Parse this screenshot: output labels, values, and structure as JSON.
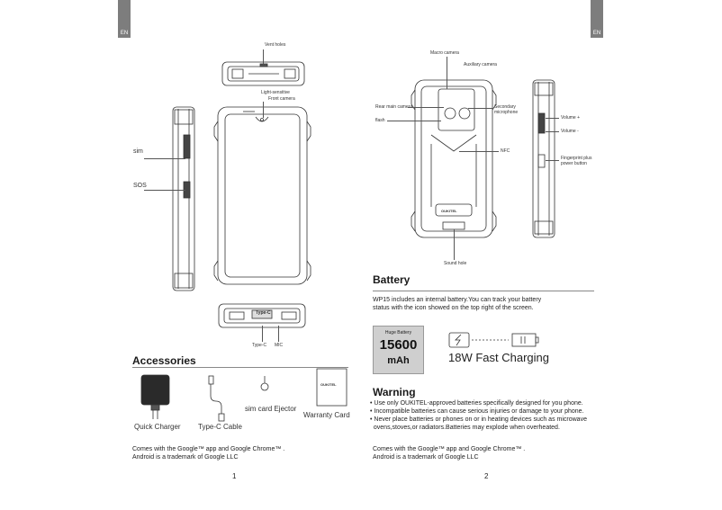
{
  "pages": {
    "left": {
      "lang": "EN",
      "number": "1"
    },
    "right": {
      "lang": "EN",
      "number": "2"
    }
  },
  "diagram_labels": {
    "vent_holes": "Vent holes",
    "light_sensitive": "Light-sensitive",
    "front_camera": "Front camera",
    "sim": "sim",
    "sos": "SOS",
    "type_c_port": "Type-C",
    "type_c": "Type-C",
    "mic": "MIC",
    "macro_camera": "Macro camera",
    "auxiliary_camera": "Auxiliary camera",
    "rear_main_camera": "Rear main camera",
    "flash": "flash",
    "secondary_microphone_1": "Secondary",
    "secondary_microphone_2": "microphone",
    "nfc": "NFC",
    "volume_up": "Volume +",
    "volume_down": "Volume -",
    "fingerprint_1": "Fingerprint plus",
    "fingerprint_2": "power button",
    "sound_hole": "Sound hole",
    "logo": "OUKITEL"
  },
  "accessories": {
    "title": "Accessories",
    "items": [
      "Quick Charger",
      "Type-C Cable",
      "sim card Ejector",
      "Warranty Card"
    ],
    "warranty_logo": "OUKITEL",
    "footer_1": "Comes with the Google™ app and Google Chrome™ .",
    "footer_2": "Android is a trademark of Google LLC"
  },
  "battery": {
    "title": "Battery",
    "text_1": "WP15 includes an internal battery.You can track your battery",
    "text_2": "status with the icon showed on the top right of the screen.",
    "box_label": "Huge Battery",
    "capacity": "15600",
    "unit": "mAh",
    "fast_charging": "18W Fast Charging"
  },
  "warning": {
    "title": "Warning",
    "bullets": [
      "• Use only OUKITEL-approved batteries specifically designed for you phone.",
      "• Incompatible batteries can cause serious injuries or damage to your phone.",
      "• Never place batteries or phones on or in heating devices such as microwave",
      "  ovens,stoves,or radiators.Batteries may explode when overheated."
    ],
    "footer_1": "Comes with the Google™ app and Google Chrome™ .",
    "footer_2": "Android is a trademark of Google LLC"
  }
}
